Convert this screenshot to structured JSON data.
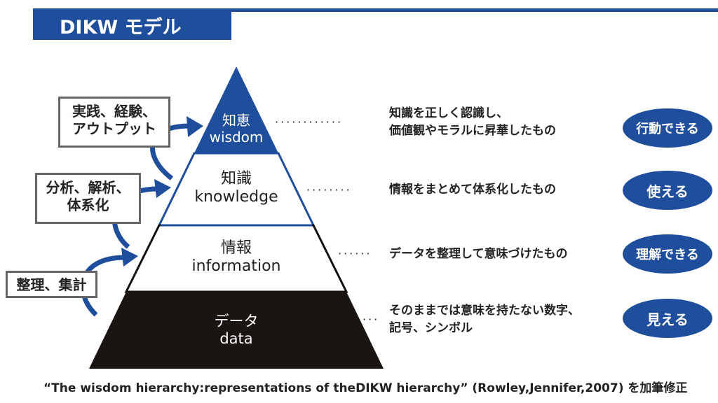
{
  "title": "DIKW モデル",
  "colors": {
    "accent": "#1f4e9c",
    "data_fill": "#1a1513"
  },
  "levels": [
    {
      "ja": "知恵",
      "en": "wisdom",
      "description": [
        "知識を正しく認識し、",
        "価値観やモラルに昇華したもの"
      ],
      "outcome": "行動できる"
    },
    {
      "ja": "知識",
      "en": "knowledge",
      "description": [
        "情報をまとめて体系化したもの"
      ],
      "outcome": "使える"
    },
    {
      "ja": "情報",
      "en": "information",
      "description": [
        "データを整理して意味づけたもの"
      ],
      "outcome": "理解できる"
    },
    {
      "ja": "データ",
      "en": "data",
      "description": [
        "そのままでは意味を持たない数字、",
        "記号、シンボル"
      ],
      "outcome": "見える"
    }
  ],
  "processes": [
    {
      "lines": [
        "実践、経験、",
        "アウトプット"
      ]
    },
    {
      "lines": [
        "分析、解析、",
        "体系化"
      ]
    },
    {
      "lines": [
        "整理、集計"
      ]
    }
  ],
  "caption": "“The wisdom hierarchy:representations of theDIKW hierarchy” (Rowley,Jennifer,2007) を加筆修正"
}
